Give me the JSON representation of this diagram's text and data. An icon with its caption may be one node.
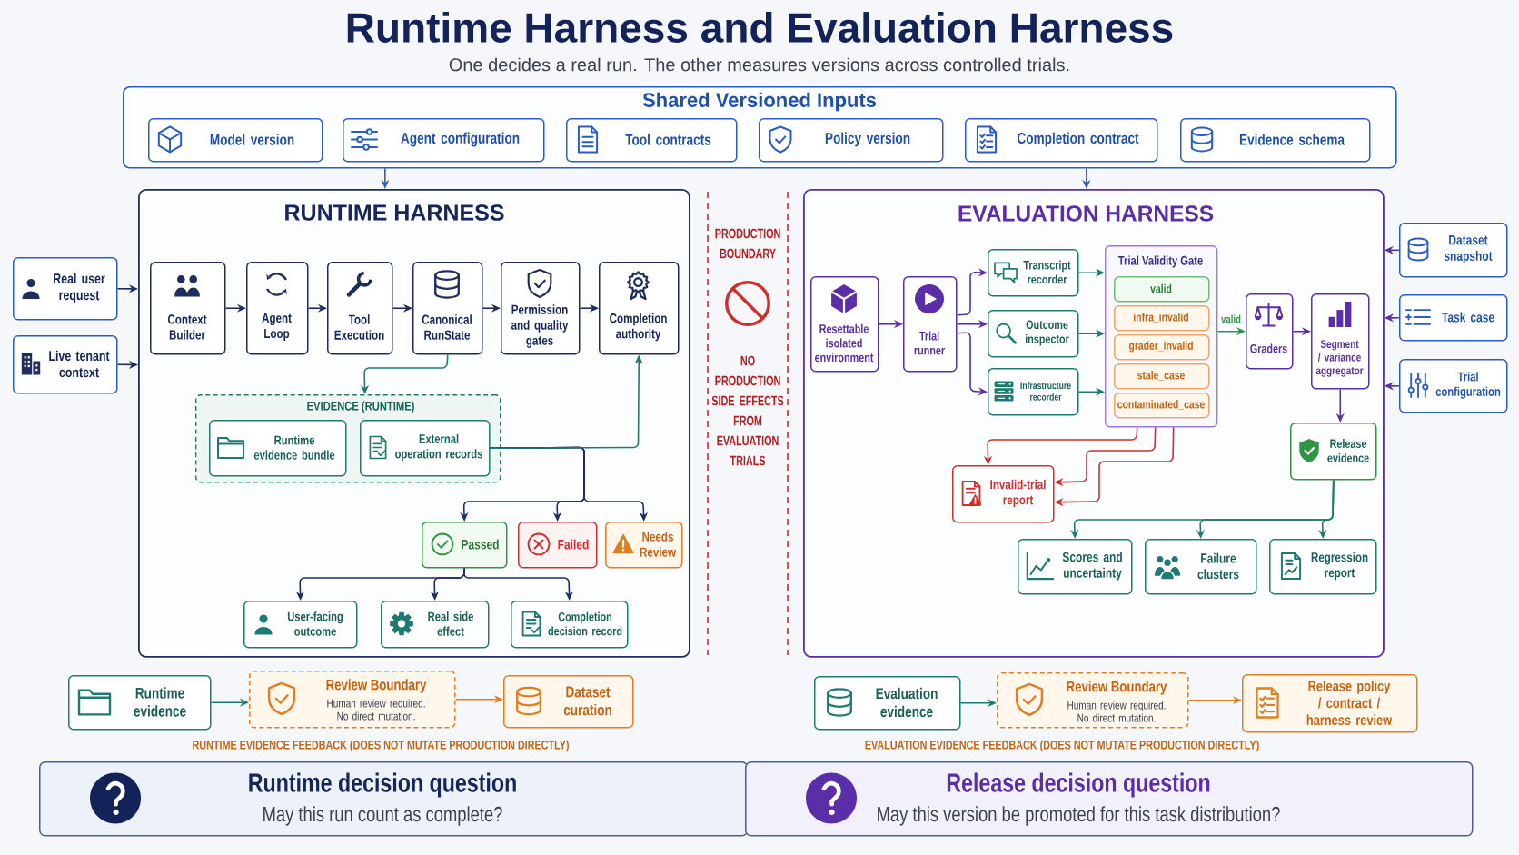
{
  "diagram": {
    "title": "Runtime Harness and Evaluation Harness",
    "nodes": [
      {
        "text": [
          "Shared Versioned Inputs"
        ]
      },
      {
        "text": [
          "Model version"
        ],
        "in": 0
      },
      {
        "text": [
          "Agent configuration"
        ],
        "in": 0
      },
      {
        "text": [
          "Tool contracts"
        ],
        "in": 0
      },
      {
        "text": [
          "Policy version"
        ],
        "in": 0
      },
      {
        "text": [
          "Completion contract"
        ],
        "in": 0
      },
      {
        "text": [
          "Evidence schema"
        ],
        "in": 0
      },
      {
        "text": [
          "Real user request"
        ]
      },
      {
        "text": [
          "Live tenant context"
        ]
      },
      {
        "text": [
          "RUNTIME HARNESS"
        ]
      },
      {
        "text": [
          "Context Builder"
        ],
        "in": 9
      },
      {
        "text": [
          "Agent Loop"
        ],
        "in": 9
      },
      {
        "text": [
          "Tool Execution"
        ],
        "in": 9
      },
      {
        "text": [
          "Canonical RunState"
        ],
        "in": 9
      },
      {
        "text": [
          "Permission and quality gates"
        ],
        "in": 9
      },
      {
        "text": [
          "Completion authority"
        ],
        "in": 9
      },
      {
        "text": [
          "EVIDENCE (RUNTIME)"
        ],
        "in": 9
      },
      {
        "text": [
          "Runtime evidence bundle"
        ],
        "in": 16
      },
      {
        "text": [
          "External operation records"
        ],
        "in": 16
      },
      {
        "text": [
          "Passed"
        ],
        "in": 9
      },
      {
        "text": [
          "Failed"
        ],
        "in": 9
      },
      {
        "text": [
          "Needs Review"
        ],
        "in": 9
      },
      {
        "text": [
          "User-facing outcome"
        ],
        "in": 9
      },
      {
        "text": [
          "Real side effect"
        ],
        "in": 9
      },
      {
        "text": [
          "Completion decision record"
        ],
        "in": 9
      },
      {
        "text": [
          "PRODUCTION BOUNDARY",
          "NO PRODUCTION SIDE EFFECTS FROM EVALUATION TRIALS"
        ]
      },
      {
        "text": [
          "EVALUATION HARNESS"
        ]
      },
      {
        "text": [
          "Resettable isolated environment"
        ],
        "in": 26
      },
      {
        "text": [
          "Trial runner"
        ],
        "in": 26
      },
      {
        "text": [
          "Transcript recorder"
        ],
        "in": 26
      },
      {
        "text": [
          "Outcome inspector"
        ],
        "in": 26
      },
      {
        "text": [
          "Infrastructure recorder"
        ],
        "in": 26
      },
      {
        "text": [
          "Trial Validity Gate"
        ],
        "in": 26
      },
      {
        "text": [
          "valid"
        ],
        "in": 32
      },
      {
        "text": [
          "infra_invalid"
        ],
        "in": 32
      },
      {
        "text": [
          "grader_invalid"
        ],
        "in": 32
      },
      {
        "text": [
          "stale_case"
        ],
        "in": 32
      },
      {
        "text": [
          "contaminated_case"
        ],
        "in": 32
      },
      {
        "text": [
          "Graders"
        ],
        "in": 26
      },
      {
        "text": [
          "Segment / variance aggregator"
        ],
        "in": 26
      },
      {
        "text": [
          "Release evidence"
        ],
        "in": 26
      },
      {
        "text": [
          "Invalid-trial report"
        ],
        "in": 26
      },
      {
        "text": [
          "Scores and uncertainty"
        ],
        "in": 26
      },
      {
        "text": [
          "Failure clusters"
        ],
        "in": 26
      },
      {
        "text": [
          "Regression report"
        ],
        "in": 26
      },
      {
        "text": [
          "Dataset snapshot"
        ]
      },
      {
        "text": [
          "Task case"
        ]
      },
      {
        "text": [
          "Trial configuration"
        ]
      },
      {
        "text": [
          "Runtime evidence"
        ]
      },
      {
        "text": [
          "Review Boundary",
          "Human review required. No direct mutation."
        ]
      },
      {
        "text": [
          "Dataset curation"
        ]
      },
      {
        "text": [
          "Evaluation evidence"
        ]
      },
      {
        "text": [
          "Review Boundary",
          "Human review required. No direct mutation."
        ]
      },
      {
        "text": [
          "Release policy / contract / harness review"
        ]
      },
      {
        "text": [
          "Runtime decision question",
          "May this run count as complete?"
        ]
      },
      {
        "text": [
          "Release decision question",
          "May this version be promoted for this task distribution?"
        ]
      }
    ],
    "edges": [
      {
        "from": 0,
        "to": 9,
        "arrow": "to",
        "color": "#2b5cc4"
      },
      {
        "from": 0,
        "to": 26,
        "arrow": "to",
        "color": "#2b5cc4"
      },
      {
        "from": 7,
        "to": 9,
        "arrow": "to"
      },
      {
        "from": 8,
        "to": 9,
        "arrow": "to"
      },
      {
        "from": 10,
        "to": 11,
        "arrow": "to"
      },
      {
        "from": 11,
        "to": 12,
        "arrow": "to"
      },
      {
        "from": 12,
        "to": 13,
        "arrow": "to"
      },
      {
        "from": 13,
        "to": 14,
        "arrow": "to"
      },
      {
        "from": 14,
        "to": 15,
        "arrow": "to"
      },
      {
        "from": 13,
        "to": 16,
        "arrow": "to",
        "color": "#1e7a72"
      },
      {
        "from": 18,
        "to": 15,
        "arrow": "to",
        "color": "#1e7a72"
      },
      {
        "from": 18,
        "to": 19,
        "arrow": "to"
      },
      {
        "from": 18,
        "to": 20,
        "arrow": "to"
      },
      {
        "from": 18,
        "to": 21,
        "arrow": "to"
      },
      {
        "from": 19,
        "to": 22,
        "arrow": "to"
      },
      {
        "from": 19,
        "to": 23,
        "arrow": "to"
      },
      {
        "from": 19,
        "to": 24,
        "arrow": "to"
      },
      {
        "from": 27,
        "to": 28,
        "arrow": "to",
        "color": "#5a2ea8"
      },
      {
        "from": 28,
        "to": 29,
        "arrow": "to",
        "color": "#5a2ea8"
      },
      {
        "from": 28,
        "to": 30,
        "arrow": "to",
        "color": "#5a2ea8"
      },
      {
        "from": 28,
        "to": 31,
        "arrow": "to",
        "color": "#5a2ea8"
      },
      {
        "from": 29,
        "to": 32,
        "arrow": "to",
        "color": "#1e7a72"
      },
      {
        "from": 30,
        "to": 32,
        "arrow": "to",
        "color": "#1e7a72"
      },
      {
        "from": 31,
        "to": 32,
        "arrow": "to",
        "color": "#1e7a72"
      },
      {
        "from": 32,
        "to": 38,
        "arrow": "to",
        "label": "valid",
        "color": "#2f9446"
      },
      {
        "from": 38,
        "to": 39,
        "arrow": "to",
        "color": "#5a2ea8"
      },
      {
        "from": 39,
        "to": 40,
        "arrow": "to",
        "color": "#5a2ea8"
      },
      {
        "from": 32,
        "to": 41,
        "arrow": "to",
        "color": "#cf2e2e"
      },
      {
        "from": 32,
        "to": 41,
        "arrow": "to",
        "color": "#cf2e2e"
      },
      {
        "from": 32,
        "to": 41,
        "arrow": "to",
        "color": "#cf2e2e"
      },
      {
        "from": 40,
        "to": 42,
        "arrow": "to",
        "color": "#1e7a72"
      },
      {
        "from": 40,
        "to": 43,
        "arrow": "to",
        "color": "#1e7a72"
      },
      {
        "from": 40,
        "to": 44,
        "arrow": "to",
        "color": "#1e7a72"
      },
      {
        "from": 45,
        "to": 26,
        "arrow": "to",
        "color": "#5a2ea8"
      },
      {
        "from": 46,
        "to": 26,
        "arrow": "to",
        "color": "#5a2ea8"
      },
      {
        "from": 47,
        "to": 26,
        "arrow": "to",
        "color": "#5a2ea8"
      },
      {
        "from": 48,
        "to": 49,
        "arrow": "to",
        "color": "#1e7a72"
      },
      {
        "from": 49,
        "to": 50,
        "arrow": "to",
        "color": "#e07e22"
      },
      {
        "from": 51,
        "to": 52,
        "arrow": "to",
        "color": "#1e7a72"
      },
      {
        "from": 52,
        "to": 53,
        "arrow": "to",
        "color": "#e07e22"
      }
    ],
    "labels": [
      "One decides a real run. The other measures versions across controlled trials.",
      "RUNTIME EVIDENCE FEEDBACK (DOES NOT MUTATE PRODUCTION DIRECTLY)",
      "EVALUATION EVIDENCE FEEDBACK (DOES NOT MUTATE PRODUCTION DIRECTLY)"
    ]
  }
}
